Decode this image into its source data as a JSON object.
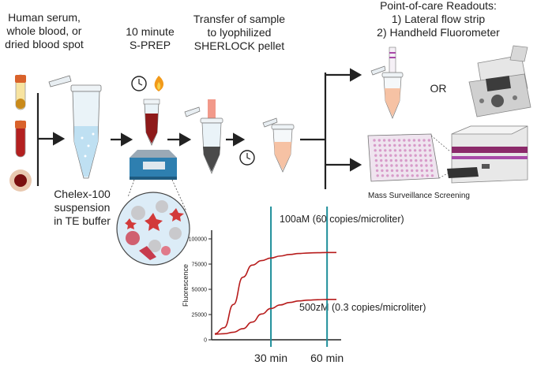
{
  "labels": {
    "sample_source": [
      "Human serum,",
      "whole blood, or",
      "dried blood spot"
    ],
    "sprep_time": "10 minute",
    "sprep_name": "S-PREP",
    "transfer": [
      "Transfer of sample",
      "to lyophilized",
      "SHERLOCK pellet"
    ],
    "readouts": [
      "Point-of-care Readouts:",
      "1) Lateral flow strip",
      "2) Handheld Fluorometer"
    ],
    "or": "OR",
    "chelex": [
      "Chelex-100",
      "suspension",
      "in TE buffer"
    ],
    "mass_screening": "Mass Surveillance Screening"
  },
  "colors": {
    "arrow": "#222222",
    "curve": "#b71c1c",
    "marker_line": "#1f8f9a",
    "blood": "#8e1a1a",
    "tube_fill": "#cfe7f3",
    "pellet": "#f6c2a4"
  },
  "icons": [
    "serum-tube-icon",
    "blood-tube-icon",
    "blood-spot-icon",
    "microtube-icon",
    "clock-icon",
    "flame-icon",
    "heat-block-icon",
    "cell-magnifier-icon",
    "pipette-icon",
    "lateral-flow-strip-icon",
    "fluorometer-icon",
    "well-plate-icon",
    "plate-reader-icon"
  ],
  "chart_data": {
    "type": "line",
    "xlabel": "",
    "ylabel": "Fluorescence",
    "x_ticks": [
      "30  min",
      "60 min"
    ],
    "y_ticks": [
      0,
      25000,
      50000,
      75000,
      100000
    ],
    "ylim": [
      0,
      100000
    ],
    "x": [
      0,
      5,
      10,
      15,
      20,
      25,
      30,
      35,
      40,
      45,
      50,
      55,
      60,
      65
    ],
    "series": [
      {
        "values": [
          6000,
          12000,
          35000,
          62000,
          74000,
          78500,
          81000,
          83000,
          84500,
          85500,
          86000,
          86300,
          86500,
          86500
        ]
      },
      {
        "values": [
          5500,
          6000,
          7500,
          11000,
          17500,
          25500,
          31000,
          34500,
          37000,
          38500,
          39300,
          39700,
          40000,
          40000
        ]
      }
    ],
    "vlines": [
      30,
      60
    ],
    "annotations": [
      "100aM (60 copies/microliter)",
      "500zM (0.3 copies/microliter)"
    ]
  }
}
